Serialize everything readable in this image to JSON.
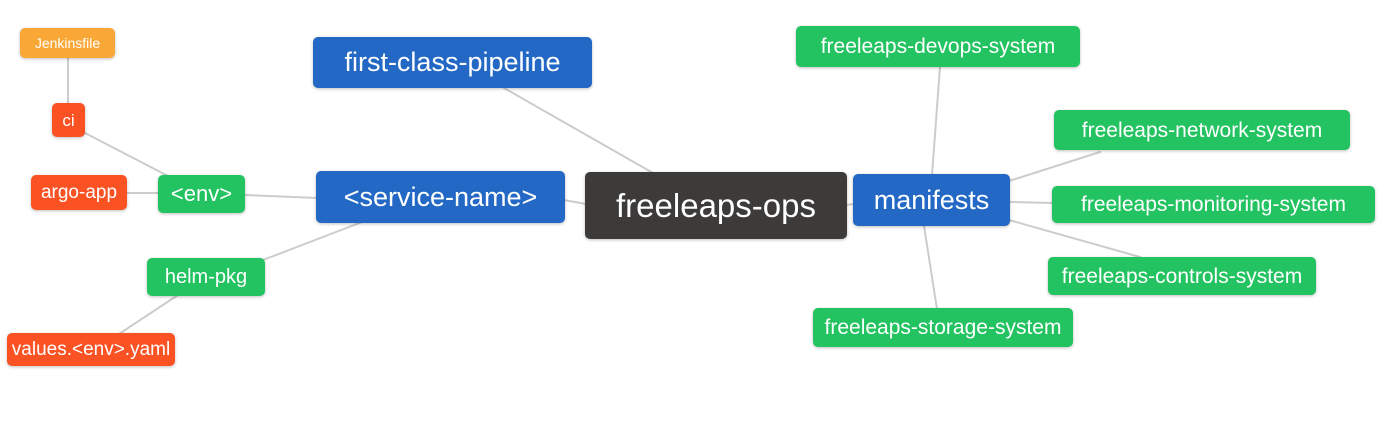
{
  "diagram": {
    "type": "mindmap",
    "root": "freeleaps-ops"
  },
  "palette": {
    "root_dark": "#3D3A3A",
    "branch_blue": "#2268C4",
    "leaf_green": "#23C361",
    "leaf_red": "#FB5224",
    "leaf_orange": "#F9A838",
    "edge_gray": "#CCCCCC",
    "node_text": "#FFFFFF",
    "background": "#FFFFFF"
  },
  "nodes": [
    {
      "id": "jenkinsfile",
      "label": "Jenkinsfile",
      "color": "#F9A838"
    },
    {
      "id": "ci",
      "label": "ci",
      "color": "#FB5224"
    },
    {
      "id": "argo-app",
      "label": "argo-app",
      "color": "#FB5224"
    },
    {
      "id": "env",
      "label": "<env>",
      "color": "#23C361"
    },
    {
      "id": "helm-pkg",
      "label": "helm-pkg",
      "color": "#23C361"
    },
    {
      "id": "values-env-yaml",
      "label": "values.<env>.yaml",
      "color": "#FB5224"
    },
    {
      "id": "first-class-pipeline",
      "label": "first-class-pipeline",
      "color": "#2268C4"
    },
    {
      "id": "service-name",
      "label": "<service-name>",
      "color": "#2268C4"
    },
    {
      "id": "freeleaps-ops",
      "label": "freeleaps-ops",
      "color": "#3D3A3A"
    },
    {
      "id": "manifests",
      "label": "manifests",
      "color": "#2268C4"
    },
    {
      "id": "devops-system",
      "label": "freeleaps-devops-system",
      "color": "#23C361"
    },
    {
      "id": "network-system",
      "label": "freeleaps-network-system",
      "color": "#23C361"
    },
    {
      "id": "monitoring-system",
      "label": "freeleaps-monitoring-system",
      "color": "#23C361"
    },
    {
      "id": "controls-system",
      "label": "freeleaps-controls-system",
      "color": "#23C361"
    },
    {
      "id": "storage-system",
      "label": "freeleaps-storage-system",
      "color": "#23C361"
    }
  ],
  "edges": [
    {
      "from": "ci",
      "to": "jenkinsfile"
    },
    {
      "from": "env",
      "to": "ci"
    },
    {
      "from": "env",
      "to": "argo-app"
    },
    {
      "from": "service-name",
      "to": "env"
    },
    {
      "from": "service-name",
      "to": "helm-pkg"
    },
    {
      "from": "helm-pkg",
      "to": "values-env-yaml"
    },
    {
      "from": "freeleaps-ops",
      "to": "first-class-pipeline"
    },
    {
      "from": "freeleaps-ops",
      "to": "service-name"
    },
    {
      "from": "freeleaps-ops",
      "to": "manifests"
    },
    {
      "from": "manifests",
      "to": "devops-system"
    },
    {
      "from": "manifests",
      "to": "network-system"
    },
    {
      "from": "manifests",
      "to": "monitoring-system"
    },
    {
      "from": "manifests",
      "to": "controls-system"
    },
    {
      "from": "manifests",
      "to": "storage-system"
    }
  ]
}
